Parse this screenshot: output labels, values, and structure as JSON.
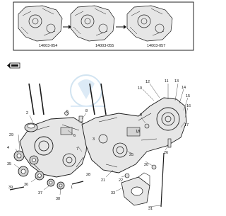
{
  "inset": {
    "codes": [
      "14003-054",
      "14003-055",
      "14003-057"
    ]
  },
  "callouts": [
    {
      "id": "c1",
      "label": "1"
    },
    {
      "id": "c2",
      "label": "2"
    },
    {
      "id": "c3",
      "label": "3"
    },
    {
      "id": "c4",
      "label": "4"
    },
    {
      "id": "c5",
      "label": "5"
    },
    {
      "id": "c6",
      "label": "6"
    },
    {
      "id": "c7",
      "label": "7"
    },
    {
      "id": "c8",
      "label": "8"
    },
    {
      "id": "c9",
      "label": "9"
    },
    {
      "id": "c10",
      "label": "10"
    },
    {
      "id": "c11",
      "label": "11"
    },
    {
      "id": "c12",
      "label": "12"
    },
    {
      "id": "c13",
      "label": "13"
    },
    {
      "id": "c14",
      "label": "14"
    },
    {
      "id": "c15",
      "label": "15"
    },
    {
      "id": "c16",
      "label": "16"
    },
    {
      "id": "c17",
      "label": "17"
    },
    {
      "id": "c18",
      "label": "18"
    },
    {
      "id": "c20",
      "label": "20"
    },
    {
      "id": "c21",
      "label": "21"
    },
    {
      "id": "c22",
      "label": "22"
    },
    {
      "id": "c25",
      "label": "25"
    },
    {
      "id": "c26",
      "label": "26"
    },
    {
      "id": "c28",
      "label": "28"
    },
    {
      "id": "c29",
      "label": "29"
    },
    {
      "id": "c31",
      "label": "31"
    },
    {
      "id": "c33",
      "label": "33"
    },
    {
      "id": "c35",
      "label": "35"
    },
    {
      "id": "c36",
      "label": "36"
    },
    {
      "id": "c37",
      "label": "37"
    },
    {
      "id": "c38",
      "label": "38"
    },
    {
      "id": "c39",
      "label": "39"
    }
  ],
  "icons": {
    "front_arrow": "front-direction-icon",
    "watermark": "watermark-logo"
  }
}
